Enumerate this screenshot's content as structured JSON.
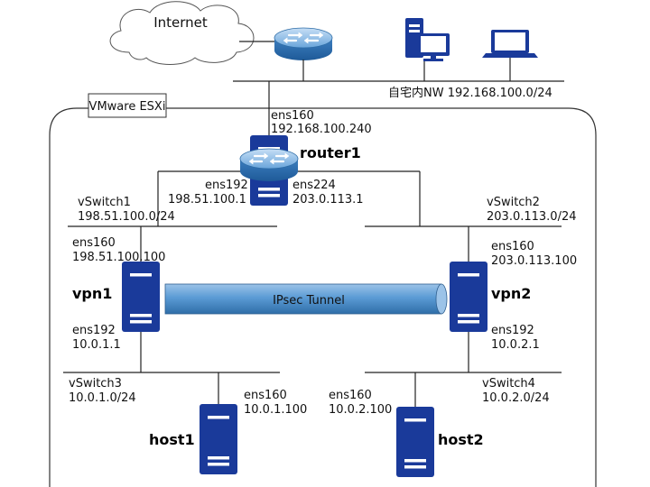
{
  "internet": {
    "label": "Internet"
  },
  "home_network": {
    "label": "自宅内NW 192.168.100.0/24"
  },
  "esxi": {
    "label": "VMware ESXi"
  },
  "router1": {
    "name": "router1",
    "ens160_name": "ens160",
    "ens160_ip": "192.168.100.240",
    "ens192_name": "ens192",
    "ens192_ip": "198.51.100.1",
    "ens224_name": "ens224",
    "ens224_ip": "203.0.113.1"
  },
  "vswitch1": {
    "name": "vSwitch1",
    "subnet": "198.51.100.0/24"
  },
  "vswitch2": {
    "name": "vSwitch2",
    "subnet": "203.0.113.0/24"
  },
  "vswitch3": {
    "name": "vSwitch3",
    "subnet": "10.0.1.0/24"
  },
  "vswitch4": {
    "name": "vSwitch4",
    "subnet": "10.0.2.0/24"
  },
  "vpn1": {
    "name": "vpn1",
    "ens160_name": "ens160",
    "ens160_ip": "198.51.100.100",
    "ens192_name": "ens192",
    "ens192_ip": "10.0.1.1"
  },
  "vpn2": {
    "name": "vpn2",
    "ens160_name": "ens160",
    "ens160_ip": "203.0.113.100",
    "ens192_name": "ens192",
    "ens192_ip": "10.0.2.1"
  },
  "tunnel": {
    "label": "IPsec Tunnel"
  },
  "host1": {
    "name": "host1",
    "ens160_name": "ens160",
    "ens160_ip": "10.0.1.100"
  },
  "host2": {
    "name": "host2",
    "ens160_name": "ens160",
    "ens160_ip": "10.0.2.100"
  },
  "colors": {
    "server_blue": "#1a3a9a",
    "router_blue": "#3a7fc4",
    "tunnel_blue": "#5b9bd5",
    "line": "#222222"
  },
  "icons": [
    "cloud-icon",
    "router-icon",
    "desktop-pc-icon",
    "laptop-icon",
    "server-icon"
  ]
}
